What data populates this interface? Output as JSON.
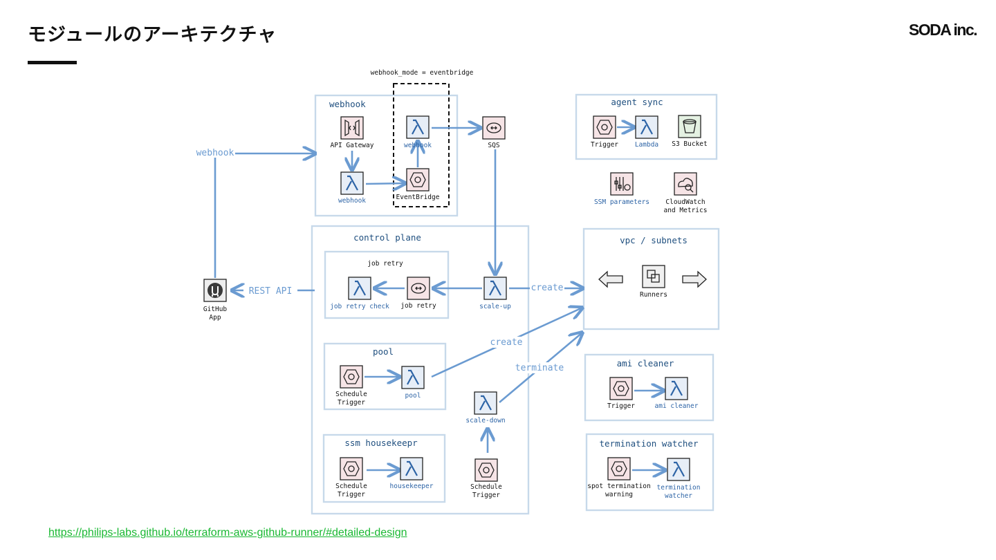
{
  "page": {
    "title": "モジュールのアーキテクチャ",
    "brand": "SODA inc.",
    "link": "https://philips-labs.github.io/terraform-aws-github-runner/#detailed-design"
  },
  "diagram": {
    "webhook_mode_note": "webhook_mode = eventbridge",
    "groups": {
      "webhook": "webhook",
      "agent_sync": "agent sync",
      "control_plane": "control plane",
      "job_retry": "job retry",
      "vpc": "vpc / subnets",
      "pool": "pool",
      "ssm_housekeepr": "ssm housekeepr",
      "ami_cleaner": "ami cleaner",
      "termination_watcher": "termination watcher"
    },
    "nodes": {
      "api_gateway": "API Gateway",
      "webhook_lambda_top": "webhook",
      "sqs": "SQS",
      "webhook_lambda": "webhook",
      "eventbridge": "EventBridge",
      "sync_trigger": "Trigger",
      "sync_lambda": "Lambda",
      "s3_bucket": "S3 Bucket",
      "ssm_parameters": "SSM parameters",
      "cloudwatch_1": "CloudWatch",
      "cloudwatch_2": "and Metrics",
      "github_app_1": "GitHub",
      "github_app_2": "App",
      "job_retry_check": "job retry check",
      "job_retry": "job retry",
      "scale_up": "scale-up",
      "runners": "Runners",
      "pool_trigger_1": "Schedule",
      "pool_trigger_2": "Trigger",
      "pool_lambda": "pool",
      "scale_down": "scale-down",
      "hk_trigger_1": "Schedule",
      "hk_trigger_2": "Trigger",
      "housekeeper": "housekeeper",
      "sd_trigger_1": "Schedule",
      "sd_trigger_2": "Trigger",
      "ami_trigger": "Trigger",
      "ami_lambda": "ami cleaner",
      "spot_1": "spot termination",
      "spot_2": "warning",
      "tw_1": "termination",
      "tw_2": "watcher"
    },
    "edges": {
      "webhook": "webhook",
      "rest_api": "REST API",
      "create_1": "create",
      "create_2": "create",
      "terminate": "terminate"
    }
  }
}
